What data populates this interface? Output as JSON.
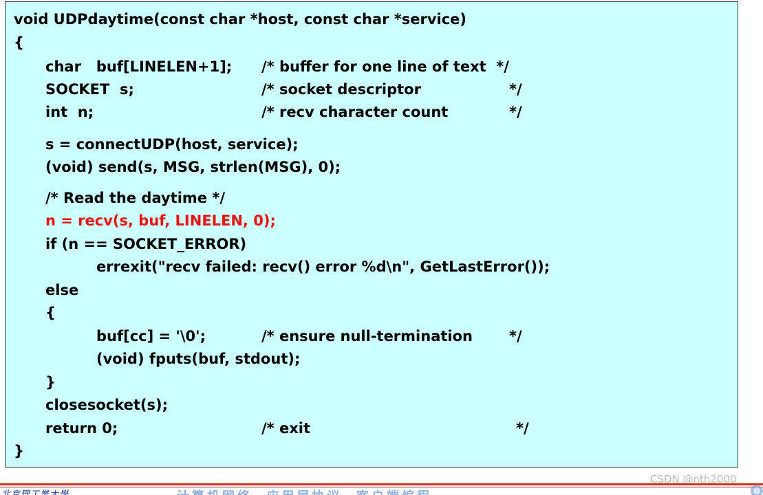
{
  "code": {
    "l1": "void UDPdaytime(const char *host, const char *service)",
    "l2": "{",
    "l3a": "char   buf[LINELEN+1];",
    "l3b": "/* buffer for one line of text  */",
    "l4a": "SOCKET  s;",
    "l4b": "/* socket descriptor",
    "l4c": "*/",
    "l5a": "int  n;",
    "l5b": "/* recv character count",
    "l5c": "*/",
    "l6": "s = connectUDP(host, service);",
    "l7": "(void) send(s, MSG, strlen(MSG), 0);",
    "l8": "/* Read the daytime */",
    "l9": "n = recv(s, buf, LINELEN, 0);",
    "l10": "if (n == SOCKET_ERROR)",
    "l11": "errexit(\"recv failed: recv() error %d\\n\", GetLastError());",
    "l12": "else",
    "l13": "{",
    "l14a": "buf[cc] = '\\0';",
    "l14b": "/* ensure null-termination",
    "l14c": "*/",
    "l15": "(void) fputs(buf, stdout);",
    "l16": "}",
    "l17": "closesocket(s);",
    "l18a": "return 0;",
    "l18b": "/* exit",
    "l18c": "*/",
    "l19": "}"
  },
  "footer": {
    "logo": "北京理工業大學",
    "text": "计算机网络  应用层协议  客户端编程",
    "watermark": "CSDN @nth2000"
  },
  "colors": {
    "background": "#ccffff",
    "highlight": "#ee1111",
    "rule": "#d92b2b"
  }
}
